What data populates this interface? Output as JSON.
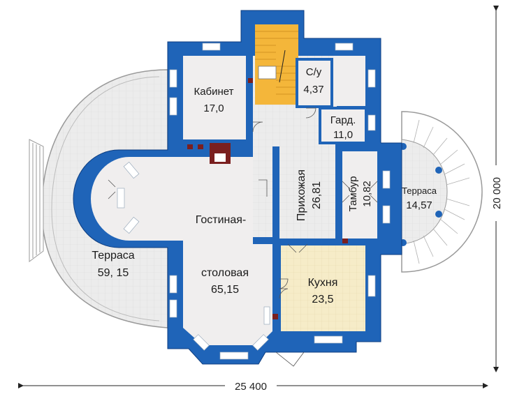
{
  "colors": {
    "wall": "#1f64b8",
    "wall_dark": "#0d3d80",
    "room_floor": "#f0eeee",
    "hall_floor": "#ececec",
    "kitchen_floor": "#f6ecc8",
    "terrace_floor": "#e9e9e9",
    "stairs": "#f4b63a",
    "fireplace": "#7a1f1f"
  },
  "rooms": {
    "cabinet": {
      "name": "Кабинет",
      "area": "17,0"
    },
    "wc": {
      "name": "С/у",
      "area": "4,37"
    },
    "wardrobe": {
      "name": "Гард.",
      "area": "11,0"
    },
    "hallway": {
      "name": "Прихожая",
      "area": "26,81"
    },
    "vestibule": {
      "name": "Тамбур",
      "area": "10,82"
    },
    "living": {
      "name_line1": "Гостиная-",
      "name_line2": "столовая",
      "area": "65,15"
    },
    "kitchen": {
      "name": "Кухня",
      "area": "23,5"
    },
    "terrace_left": {
      "name": "Терраса",
      "area": "59, 15"
    },
    "terrace_right": {
      "name": "Терраса",
      "area": "14,57"
    }
  },
  "dimensions": {
    "width": "25 400",
    "height": "20 000"
  }
}
